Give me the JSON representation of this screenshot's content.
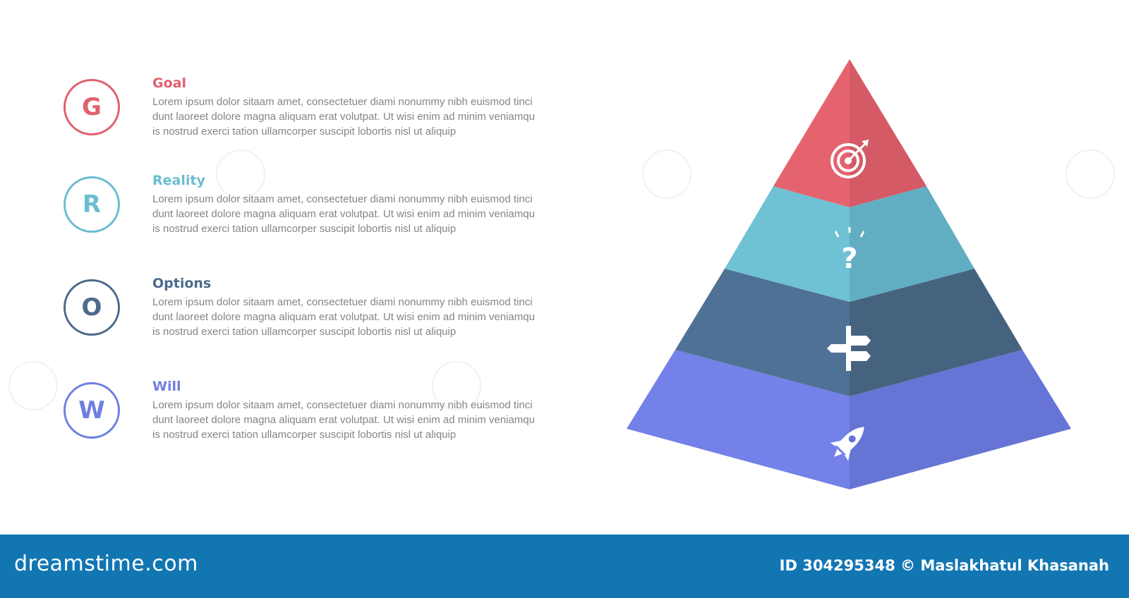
{
  "diagram": {
    "items": [
      {
        "letter": "G",
        "title": "Goal",
        "description": "Lorem ipsum dolor sitaam amet, consectetuer diami nonummy  nibh euismod tinci\ndunt laoreet dolore magna aliquam erat volutpat. Ut wisi enim ad minim veniamqu\nis nostrud exerci tation ullamcorper suscipit lobortis nisl ut aliquip",
        "color": "#e0606e",
        "icon": "target-icon"
      },
      {
        "letter": "R",
        "title": "Reality",
        "description": "Lorem ipsum dolor sitaam amet, consectetuer diami nonummy  nibh euismod tinci\ndunt laoreet dolore magna aliquam erat volutpat. Ut wisi enim ad minim veniamqu\nis nostrud exerci tation ullamcorper suscipit lobortis nisl ut aliquip",
        "color": "#6bbdd1",
        "icon": "question-icon"
      },
      {
        "letter": "O",
        "title": "Options",
        "description": "Lorem ipsum dolor sitaam amet, consectetuer diami nonummy  nibh euismod tinci\ndunt laoreet dolore magna aliquam erat volutpat. Ut wisi enim ad minim veniamqu\nis nostrud exerci tation ullamcorper suscipit lobortis nisl ut aliquip",
        "color": "#4b6b8c",
        "icon": "signpost-icon"
      },
      {
        "letter": "W",
        "title": "Will",
        "description": "Lorem ipsum dolor sitaam amet, consectetuer diami nonummy  nibh euismod tinci\ndunt laoreet dolore magna aliquam erat volutpat. Ut wisi enim ad minim veniamqu\nis nostrud exerci tation ullamcorper suscipit lobortis nisl ut aliquip",
        "color": "#6f7fe0",
        "icon": "rocket-icon"
      }
    ]
  },
  "footer": {
    "logo": "dreamstime.com",
    "credit": "ID 304295348 © Maslakhatul Khasanah",
    "background": "#1276b3"
  }
}
